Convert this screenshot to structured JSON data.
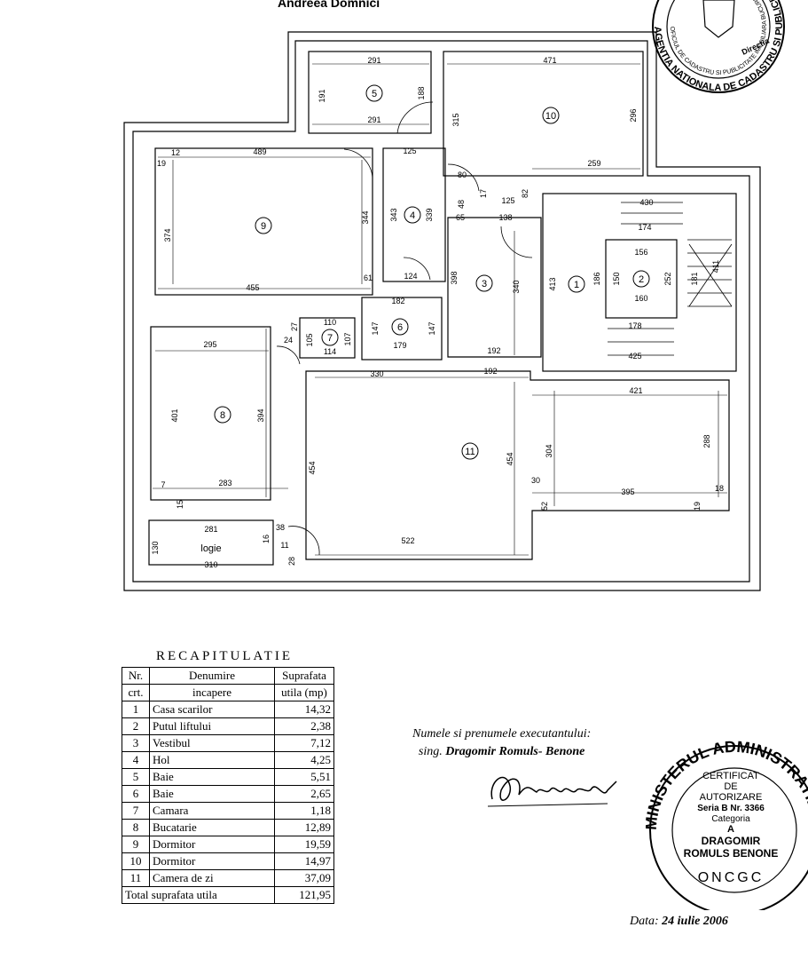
{
  "heading": "Andreea Domnici",
  "rooms": [
    {
      "n": "1"
    },
    {
      "n": "2"
    },
    {
      "n": "3"
    },
    {
      "n": "4"
    },
    {
      "n": "5"
    },
    {
      "n": "6"
    },
    {
      "n": "7"
    },
    {
      "n": "8"
    },
    {
      "n": "9"
    },
    {
      "n": "10"
    },
    {
      "n": "11"
    }
  ],
  "logie": "logie",
  "dims": {
    "d291a": "291",
    "d291b": "291",
    "d191": "191",
    "d188": "188",
    "d471": "471",
    "d315": "315",
    "d296": "296",
    "d259": "259",
    "d125a": "125",
    "d489": "489",
    "d19": "19",
    "d12": "12",
    "d80": "80",
    "d48": "48",
    "d125b": "125",
    "d82": "82",
    "d17": "17",
    "d65": "65",
    "d138": "138",
    "d374": "374",
    "d344": "344",
    "d343": "343",
    "d339": "339",
    "d455": "455",
    "d61": "61",
    "d124": "124",
    "d398": "398",
    "d340": "340",
    "d413": "413",
    "d430": "430",
    "d174": "174",
    "d156": "156",
    "d160": "160",
    "d150": "150",
    "d252": "252",
    "d186": "186",
    "d181": "181",
    "d411": "411",
    "d182": "182",
    "d147a": "147",
    "d147b": "147",
    "d179": "179",
    "d110": "110",
    "d105": "105",
    "d107": "107",
    "d114": "114",
    "d24": "24",
    "d27": "27",
    "d178": "178",
    "d425": "425",
    "d295": "295",
    "d192a": "192",
    "d192b": "192",
    "d330": "330",
    "d421": "421",
    "d401": "401",
    "d394": "394",
    "d304": "304",
    "d288": "288",
    "d454a": "454",
    "d454b": "454",
    "d7": "7",
    "d283": "283",
    "d15": "15",
    "d30": "30",
    "d395": "395",
    "d18": "18",
    "d52": "52",
    "d19b": "19",
    "d281": "281",
    "d38": "38",
    "d16": "16",
    "d11": "11",
    "d130": "130",
    "d310": "310",
    "d522": "522",
    "d28": "28"
  },
  "recap": {
    "title": "RECAPITULATIE",
    "headers": {
      "nr": "Nr.",
      "nr2": "crt.",
      "name": "Denumire",
      "name2": "incapere",
      "area": "Suprafata",
      "area2": "utila (mp)"
    },
    "rows": [
      {
        "nr": "1",
        "name": "Casa scarilor",
        "area": "14,32"
      },
      {
        "nr": "2",
        "name": "Putul liftului",
        "area": "2,38"
      },
      {
        "nr": "3",
        "name": "Vestibul",
        "area": "7,12"
      },
      {
        "nr": "4",
        "name": "Hol",
        "area": "4,25"
      },
      {
        "nr": "5",
        "name": "Baie",
        "area": "5,51"
      },
      {
        "nr": "6",
        "name": "Baie",
        "area": "2,65"
      },
      {
        "nr": "7",
        "name": "Camara",
        "area": "1,18"
      },
      {
        "nr": "8",
        "name": "Bucatarie",
        "area": "12,89"
      },
      {
        "nr": "9",
        "name": "Dormitor",
        "area": "19,59"
      },
      {
        "nr": "10",
        "name": "Dormitor",
        "area": "14,97"
      },
      {
        "nr": "11",
        "name": "Camera de zi",
        "area": "37,09"
      }
    ],
    "total_label": "Total suprafata utila",
    "total_value": "121,95"
  },
  "executor": {
    "label": "Numele si prenumele executantului:",
    "sign_prefix": "sing.",
    "name": "Dragomir Romuls- Benone"
  },
  "stamp": {
    "ring": "MINISTERUL ADMINISTRATIEI SI INTERNELOR",
    "line1": "CERTIFICAT",
    "line2": "DE",
    "line3": "AUTORIZARE",
    "line4": "Seria B Nr. 3366",
    "line5": "Categoria",
    "line6": "A",
    "line7": "DRAGOMIR",
    "line8": "ROMULS BENONE",
    "bottom": "ONCGC"
  },
  "stamp_top": {
    "ring": "AGENTIA NATIONALA DE CADASTRU SI PUBLICITATE IMOBILIARA",
    "inner": "OFICIUL DE CADASTRU SI PUBLICITATE IMOBILIARA BUCURESTI",
    "center": "Directia"
  },
  "date": {
    "label": "Data:",
    "value": "24 iulie 2006"
  }
}
